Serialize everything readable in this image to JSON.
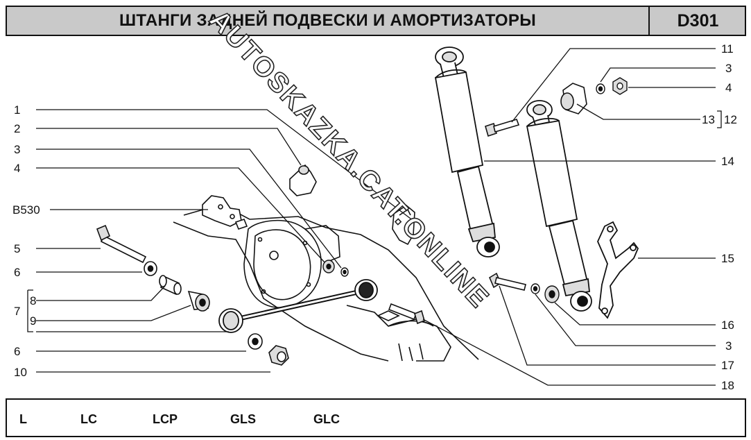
{
  "header": {
    "title": "ШТАНГИ ЗАДНЕЙ ПОДВЕСКИ И АМОРТИЗАТОРЫ",
    "code": "D301"
  },
  "watermark": "AUTOSKAZKA.CAT.ONLINE",
  "callouts": {
    "left": [
      "1",
      "2",
      "3",
      "4",
      "B530",
      "5",
      "6",
      "8",
      "7",
      "9",
      "6",
      "10"
    ],
    "right": [
      "11",
      "3",
      "4",
      "13",
      "12",
      "14",
      "15",
      "16",
      "3",
      "17",
      "18"
    ]
  },
  "footer": {
    "versions": [
      "L",
      "LC",
      "LCP",
      "GLS",
      "GLC"
    ]
  }
}
